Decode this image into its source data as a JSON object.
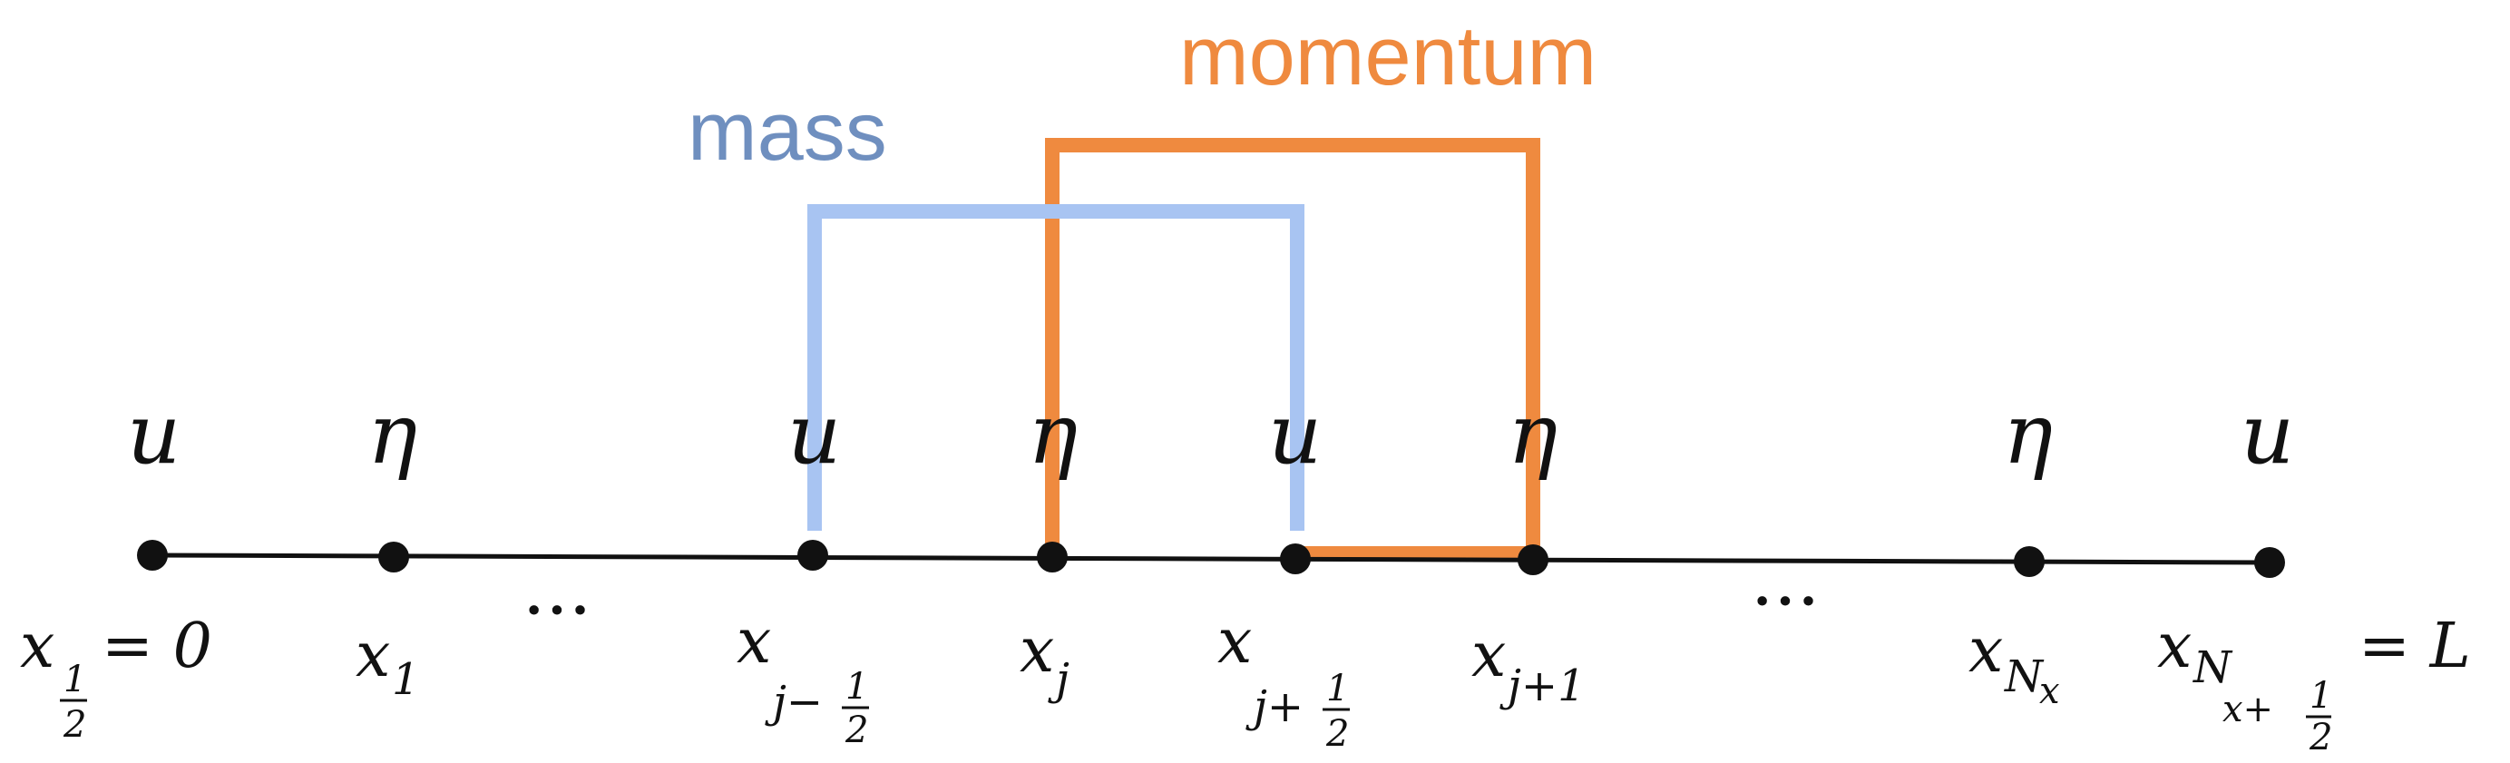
{
  "legend": {
    "momentum": {
      "label": "momentum",
      "color": "#ef8a3f"
    },
    "mass": {
      "label": "mass",
      "color": "#a8c4f2",
      "text_color": "#6f8fbf"
    }
  },
  "axis": {
    "line_color": "#111111",
    "ellipsis": "···"
  },
  "variables": {
    "u": "u",
    "eta": "η"
  },
  "xlabels": {
    "x_half": {
      "base": "x",
      "equals": "= 0",
      "frac_num": "1",
      "frac_den": "2"
    },
    "x_1": {
      "base": "x",
      "sub": "1"
    },
    "x_jmh": {
      "base": "x",
      "sub": "j−",
      "frac_num": "1",
      "frac_den": "2"
    },
    "x_j": {
      "base": "x",
      "sub": "j"
    },
    "x_jph": {
      "base": "x",
      "sub": "j+",
      "frac_num": "1",
      "frac_den": "2"
    },
    "x_jp1": {
      "base": "x",
      "sub": "j+1"
    },
    "x_Nx": {
      "base": "x",
      "sub": "N",
      "subsub": "x"
    },
    "x_Nxh": {
      "base": "x",
      "sub": "N",
      "subsub": "x+",
      "frac_num": "1",
      "frac_den": "2",
      "equals": "= L"
    }
  }
}
